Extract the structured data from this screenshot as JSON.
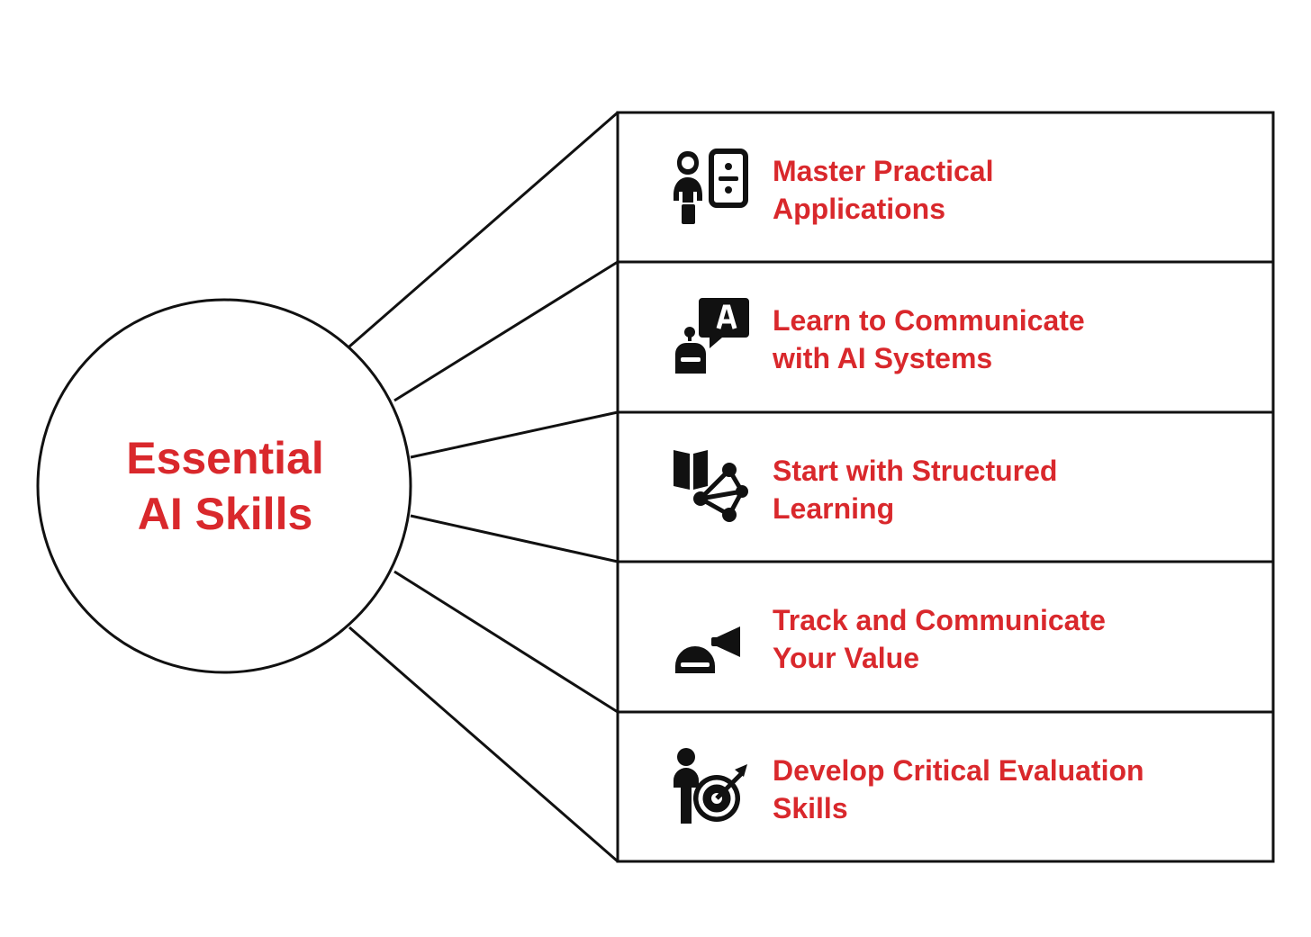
{
  "colors": {
    "accent": "#d9282c",
    "ink": "#111111",
    "line": "#111111",
    "background": "#ffffff"
  },
  "hub": {
    "title_line1": "Essential",
    "title_line2": "AI Skills"
  },
  "skills": [
    {
      "icon": "presenter-icon",
      "line1": "Master Practical",
      "line2": "Applications"
    },
    {
      "icon": "robot-chat-icon",
      "line1": "Learn to Communicate",
      "line2": "with AI Systems"
    },
    {
      "icon": "book-network-icon",
      "line1": "Start with Structured",
      "line2": "Learning"
    },
    {
      "icon": "robot-megaphone-icon",
      "line1": "Track and Communicate",
      "line2": "Your Value"
    },
    {
      "icon": "person-target-icon",
      "line1": "Develop Critical Evaluation",
      "line2": "Skills"
    }
  ]
}
